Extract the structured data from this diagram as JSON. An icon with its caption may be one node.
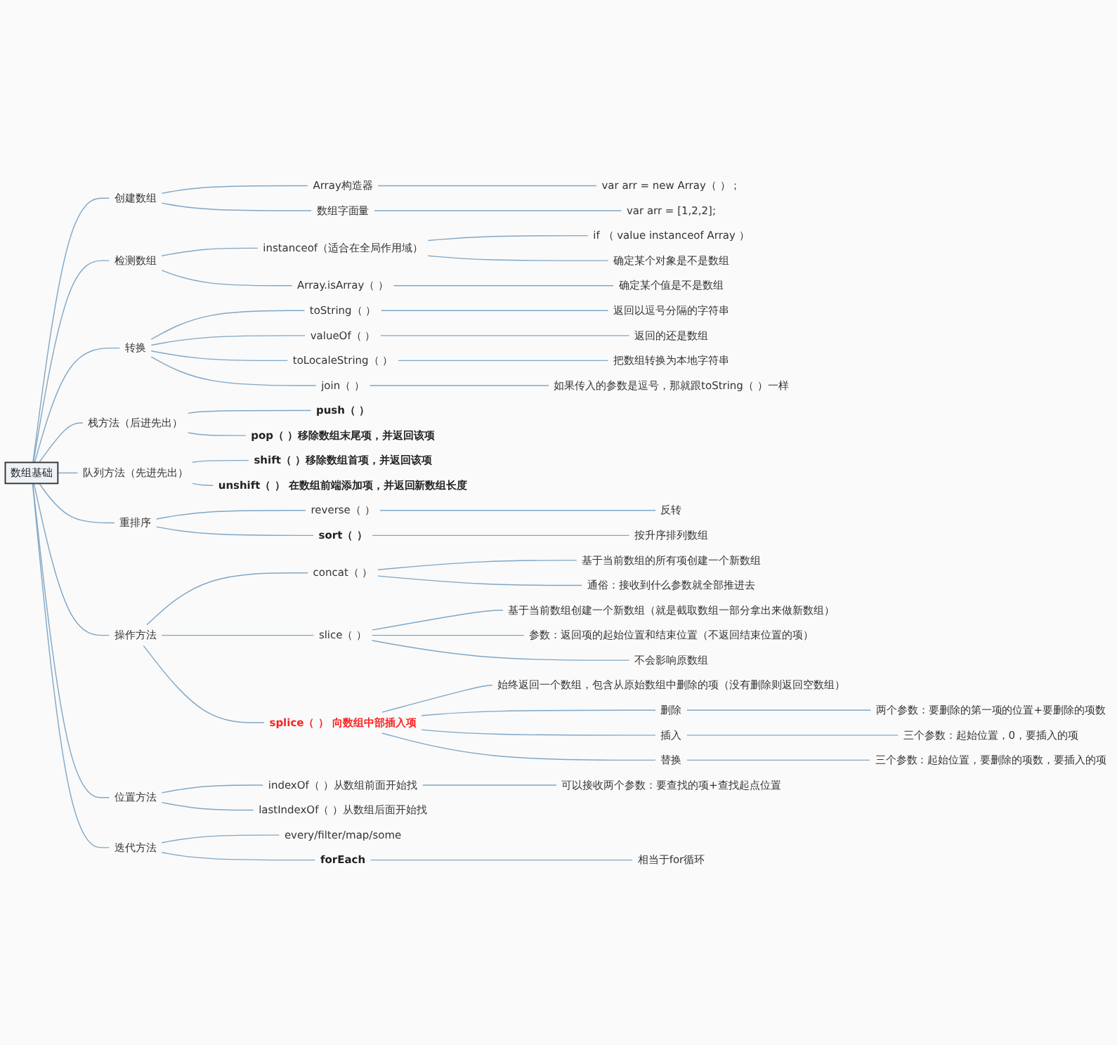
{
  "diagram": {
    "nodes": [
      {
        "text": [
          "数组基础"
        ]
      },
      {
        "text": [
          "创建数组"
        ]
      },
      {
        "text": [
          "Array构造器"
        ]
      },
      {
        "text": [
          "var arr = new Array（ ）；"
        ]
      },
      {
        "text": [
          "数组字面量"
        ]
      },
      {
        "text": [
          "var arr = [1,2,2];"
        ]
      },
      {
        "text": [
          "检测数组"
        ]
      },
      {
        "text": [
          "instanceof（适合在全局作用域）"
        ]
      },
      {
        "text": [
          "if （ value instanceof Array ）"
        ]
      },
      {
        "text": [
          "确定某个对象是不是数组"
        ]
      },
      {
        "text": [
          "Array.isArray（ ）"
        ]
      },
      {
        "text": [
          "确定某个值是不是数组"
        ]
      },
      {
        "text": [
          "转换"
        ]
      },
      {
        "text": [
          "toString（ ）"
        ]
      },
      {
        "text": [
          "返回以逗号分隔的字符串"
        ]
      },
      {
        "text": [
          "valueOf（ ）"
        ]
      },
      {
        "text": [
          "返回的还是数组"
        ]
      },
      {
        "text": [
          "toLocaleString（ ）"
        ]
      },
      {
        "text": [
          "把数组转换为本地字符串"
        ]
      },
      {
        "text": [
          "join（ ）"
        ]
      },
      {
        "text": [
          "如果传入的参数是逗号，那就跟toString（ ）一样"
        ]
      },
      {
        "text": [
          "栈方法（后进先出）"
        ]
      },
      {
        "text": [
          "push（ ）"
        ]
      },
      {
        "text": [
          "pop（ ）移除数组末尾项，并返回该项"
        ]
      },
      {
        "text": [
          "队列方法（先进先出）"
        ]
      },
      {
        "text": [
          "shift（ ）移除数组首项，并返回该项"
        ]
      },
      {
        "text": [
          "unshift（ ） 在数组前端添加项，并返回新数组长度"
        ]
      },
      {
        "text": [
          "重排序"
        ]
      },
      {
        "text": [
          "reverse（ ）"
        ]
      },
      {
        "text": [
          "反转"
        ]
      },
      {
        "text": [
          "sort（ ）"
        ]
      },
      {
        "text": [
          "按升序排列数组"
        ]
      },
      {
        "text": [
          "操作方法"
        ]
      },
      {
        "text": [
          "concat（ ）"
        ]
      },
      {
        "text": [
          "基于当前数组的所有项创建一个新数组"
        ]
      },
      {
        "text": [
          "通俗：接收到什么参数就全部推进去"
        ]
      },
      {
        "text": [
          "slice（ ）"
        ]
      },
      {
        "text": [
          "基于当前数组创建一个新数组（就是截取数组一部分拿出来做新数组）"
        ]
      },
      {
        "text": [
          "参数：返回项的起始位置和结束位置（不返回结束位置的项）"
        ]
      },
      {
        "text": [
          "不会影响原数组"
        ]
      },
      {
        "text": [
          "splice（ ） 向数组中部插入项"
        ]
      },
      {
        "text": [
          "始终返回一个数组，包含从原始数组中删除的项（没有删除则返回空数组）"
        ]
      },
      {
        "text": [
          "删除"
        ]
      },
      {
        "text": [
          "两个参数：要删除的第一项的位置+要删除的项数"
        ]
      },
      {
        "text": [
          "插入"
        ]
      },
      {
        "text": [
          "三个参数：起始位置，0，要插入的项"
        ]
      },
      {
        "text": [
          "替换"
        ]
      },
      {
        "text": [
          "三个参数：起始位置，要删除的项数，要插入的项"
        ]
      },
      {
        "text": [
          "位置方法"
        ]
      },
      {
        "text": [
          "indexOf（ ）从数组前面开始找"
        ]
      },
      {
        "text": [
          "可以接收两个参数：要查找的项+查找起点位置"
        ]
      },
      {
        "text": [
          "lastIndexOf（ ）从数组后面开始找"
        ]
      },
      {
        "text": [
          "迭代方法"
        ]
      },
      {
        "text": [
          "every/filter/map/some"
        ]
      },
      {
        "text": [
          "forEach"
        ]
      },
      {
        "text": [
          "相当于for循环"
        ]
      }
    ],
    "edges": [
      {
        "from": 0,
        "to": 1,
        "arrow": "none"
      },
      {
        "from": 1,
        "to": 2,
        "arrow": "none"
      },
      {
        "from": 2,
        "to": 3,
        "arrow": "none"
      },
      {
        "from": 1,
        "to": 4,
        "arrow": "none"
      },
      {
        "from": 4,
        "to": 5,
        "arrow": "none"
      },
      {
        "from": 0,
        "to": 6,
        "arrow": "none"
      },
      {
        "from": 6,
        "to": 7,
        "arrow": "none"
      },
      {
        "from": 7,
        "to": 8,
        "arrow": "none"
      },
      {
        "from": 7,
        "to": 9,
        "arrow": "none"
      },
      {
        "from": 6,
        "to": 10,
        "arrow": "none"
      },
      {
        "from": 10,
        "to": 11,
        "arrow": "none"
      },
      {
        "from": 0,
        "to": 12,
        "arrow": "none"
      },
      {
        "from": 12,
        "to": 13,
        "arrow": "none"
      },
      {
        "from": 13,
        "to": 14,
        "arrow": "none"
      },
      {
        "from": 12,
        "to": 15,
        "arrow": "none"
      },
      {
        "from": 15,
        "to": 16,
        "arrow": "none"
      },
      {
        "from": 12,
        "to": 17,
        "arrow": "none"
      },
      {
        "from": 17,
        "to": 18,
        "arrow": "none"
      },
      {
        "from": 12,
        "to": 19,
        "arrow": "none"
      },
      {
        "from": 19,
        "to": 20,
        "arrow": "none"
      },
      {
        "from": 0,
        "to": 21,
        "arrow": "none"
      },
      {
        "from": 21,
        "to": 22,
        "arrow": "none"
      },
      {
        "from": 21,
        "to": 23,
        "arrow": "none"
      },
      {
        "from": 0,
        "to": 24,
        "arrow": "none"
      },
      {
        "from": 24,
        "to": 25,
        "arrow": "none"
      },
      {
        "from": 24,
        "to": 26,
        "arrow": "none"
      },
      {
        "from": 0,
        "to": 27,
        "arrow": "none"
      },
      {
        "from": 27,
        "to": 28,
        "arrow": "none"
      },
      {
        "from": 28,
        "to": 29,
        "arrow": "none"
      },
      {
        "from": 27,
        "to": 30,
        "arrow": "none"
      },
      {
        "from": 30,
        "to": 31,
        "arrow": "none"
      },
      {
        "from": 0,
        "to": 32,
        "arrow": "none"
      },
      {
        "from": 32,
        "to": 33,
        "arrow": "none"
      },
      {
        "from": 33,
        "to": 34,
        "arrow": "none"
      },
      {
        "from": 33,
        "to": 35,
        "arrow": "none"
      },
      {
        "from": 32,
        "to": 36,
        "arrow": "none"
      },
      {
        "from": 36,
        "to": 37,
        "arrow": "none"
      },
      {
        "from": 36,
        "to": 38,
        "arrow": "none"
      },
      {
        "from": 36,
        "to": 39,
        "arrow": "none"
      },
      {
        "from": 32,
        "to": 40,
        "arrow": "none"
      },
      {
        "from": 40,
        "to": 41,
        "arrow": "none"
      },
      {
        "from": 40,
        "to": 42,
        "arrow": "none"
      },
      {
        "from": 42,
        "to": 43,
        "arrow": "none"
      },
      {
        "from": 40,
        "to": 44,
        "arrow": "none"
      },
      {
        "from": 44,
        "to": 45,
        "arrow": "none"
      },
      {
        "from": 40,
        "to": 46,
        "arrow": "none"
      },
      {
        "from": 46,
        "to": 47,
        "arrow": "none"
      },
      {
        "from": 0,
        "to": 48,
        "arrow": "none"
      },
      {
        "from": 48,
        "to": 49,
        "arrow": "none"
      },
      {
        "from": 49,
        "to": 50,
        "arrow": "none"
      },
      {
        "from": 48,
        "to": 51,
        "arrow": "none"
      },
      {
        "from": 0,
        "to": 52,
        "arrow": "none"
      },
      {
        "from": 52,
        "to": 53,
        "arrow": "none"
      },
      {
        "from": 52,
        "to": 54,
        "arrow": "none"
      },
      {
        "from": 54,
        "to": 55,
        "arrow": "none"
      }
    ]
  }
}
